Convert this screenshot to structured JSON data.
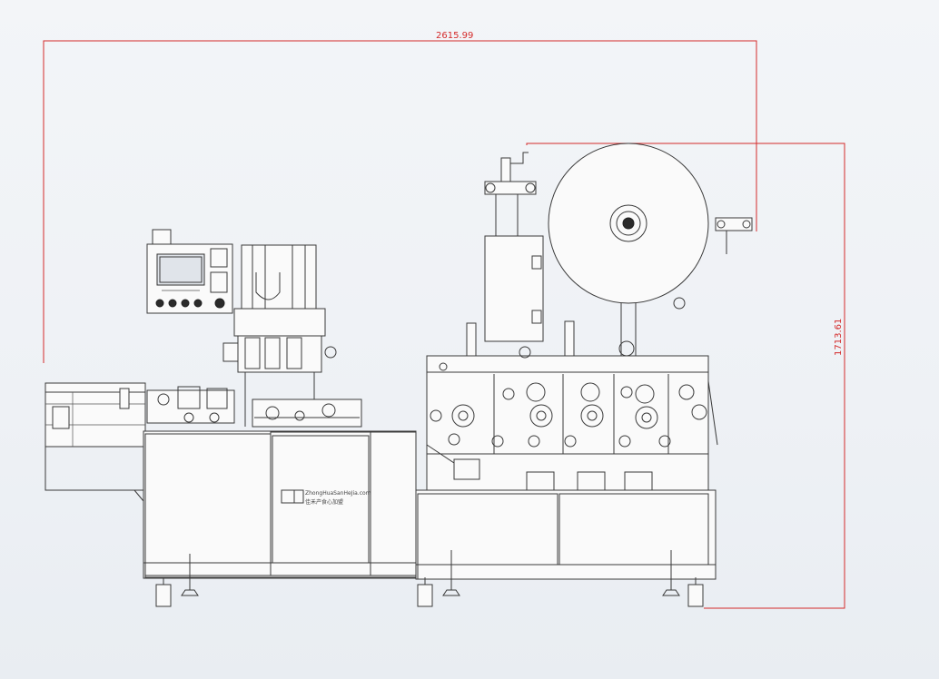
{
  "dimensions": {
    "width_label": "2615.99",
    "height_label": "1713.61"
  },
  "logo": {
    "text_top": "ZhongHuaSanHeJia.com",
    "text_bottom": "佳禾产食心加盟"
  },
  "colors": {
    "dimension": "#d42a2a",
    "line": "#3a3a3a",
    "background": "#f1f3f6"
  }
}
